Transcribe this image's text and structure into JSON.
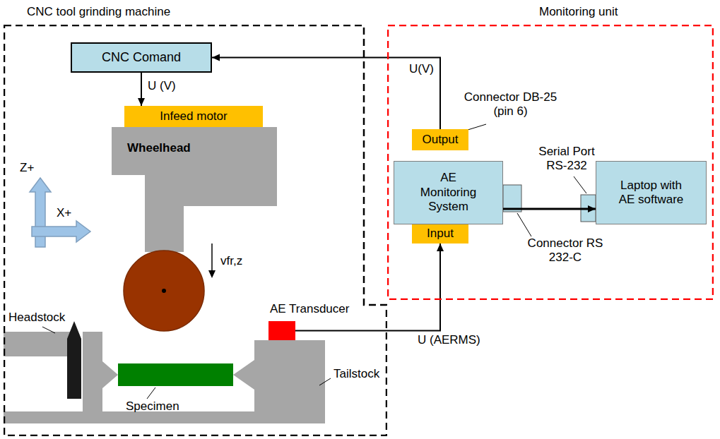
{
  "diagram": {
    "nodes": [
      {
        "text": [
          "CNC tool grinding machine"
        ]
      },
      {
        "text": [
          "CNC Comand"
        ],
        "in": 0
      },
      {
        "text": [
          "Infeed motor"
        ],
        "in": 0
      },
      {
        "text": [
          "Wheelhead"
        ],
        "in": 0
      },
      {
        "text": [
          "AE Transducer"
        ],
        "in": 0
      },
      {
        "text": [
          "Monitoring unit"
        ]
      },
      {
        "text": [
          "Output"
        ],
        "in": 5
      },
      {
        "text": [
          "AE Monitoring System"
        ],
        "in": 5
      },
      {
        "text": [
          "Input"
        ],
        "in": 5
      },
      {
        "text": [
          "Laptop with AE software"
        ],
        "in": 5
      }
    ],
    "edges": [
      {
        "from": 6,
        "to": 1,
        "label": "U(V)",
        "arrow": "to"
      },
      {
        "from": 1,
        "to": 2,
        "label": "U (V)",
        "arrow": "to"
      },
      {
        "from": 4,
        "to": 8,
        "label": "U (AERMS)",
        "arrow": "to"
      },
      {
        "from": 7,
        "to": 9,
        "arrow": "to"
      }
    ],
    "labels": [
      "Z+",
      "X+",
      "vfr,z",
      "Headstock",
      "Specimen",
      "Tailstock",
      "Connector DB-25 (pin 6)",
      "Serial Port RS-232",
      "Connector RS 232-C"
    ]
  }
}
